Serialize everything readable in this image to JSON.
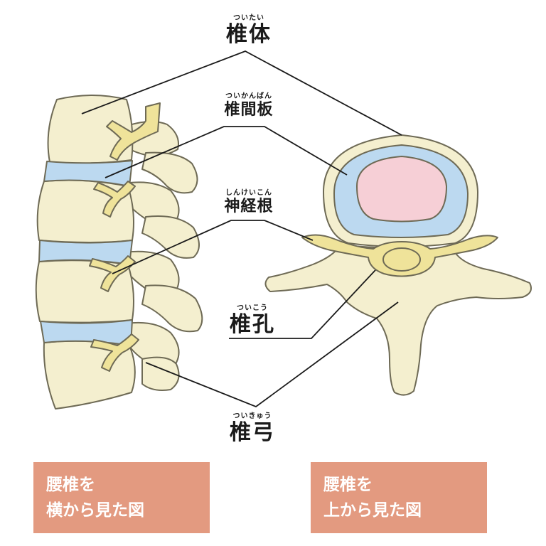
{
  "labels": {
    "vertebral_body": {
      "ruby": "ついたい",
      "text": "椎体"
    },
    "intervertebral_disc": {
      "ruby": "ついかんばん",
      "text": "椎間板"
    },
    "nerve_root": {
      "ruby": "しんけいこん",
      "text": "神経根"
    },
    "vertebral_foramen": {
      "ruby": "ついこう",
      "text": "椎孔"
    },
    "vertebral_arch": {
      "ruby": "ついきゅう",
      "text": "椎弓"
    }
  },
  "captions": {
    "side_view": {
      "line1": "腰椎を",
      "line2": "横から見た図"
    },
    "top_view": {
      "line1": "腰椎を",
      "line2": "上から見た図"
    }
  },
  "colors": {
    "bone": "#f4efcf",
    "bone_outline": "#6e6a55",
    "disc": "#bcd9f0",
    "nucleus": "#f6cfd6",
    "nerve": "#efe39a",
    "caption_bg": "#e39a80",
    "leader": "#1a1a1a"
  }
}
